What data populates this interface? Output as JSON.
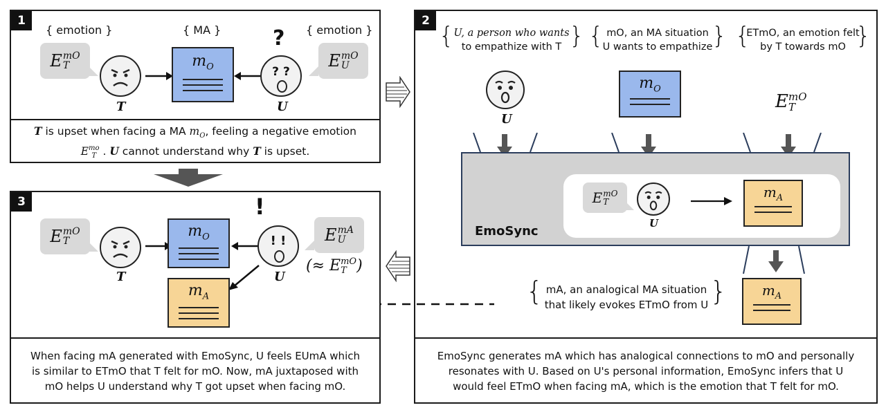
{
  "panel1": {
    "number": "1",
    "label_emotion_left": "emotion",
    "label_ma": "MA",
    "label_emotion_right": "emotion",
    "bubble_left_base": "E",
    "bubble_left_sub": "T",
    "bubble_left_sup": "mO",
    "bubble_right_base": "E",
    "bubble_right_sub": "U",
    "bubble_right_sup": "mO",
    "doc_title_base": "m",
    "doc_title_sub": "O",
    "face_t_label": "T",
    "face_u_label": "U",
    "face_u_eyes": "? ?",
    "question_mark": "?",
    "caption_line1_a": "T",
    "caption_line1_b": " is upset when facing a MA ",
    "caption_line1_c": "m",
    "caption_line1_c_sub": "O",
    "caption_line1_d": ", feeling a negative emotion",
    "caption_line2_a": "E",
    "caption_line2_a_sub": "T",
    "caption_line2_a_sup": "mo",
    "caption_line2_b": " . ",
    "caption_line2_c": "U",
    "caption_line2_d": " cannot understand why ",
    "caption_line2_e": "T",
    "caption_line2_f": " is upset."
  },
  "panel2": {
    "number": "2",
    "brace1_line1": "U, a person who wants",
    "brace1_line2": "to empathize with T",
    "brace2_line1": "mO, an MA situation",
    "brace2_line2": "U wants to empathize",
    "brace3_line1": "ETmO, an emotion felt",
    "brace3_line2": "by T towards mO",
    "face_u_label": "U",
    "doc_title_base": "m",
    "doc_title_sub": "O",
    "emotion_base": "E",
    "emotion_sub": "T",
    "emotion_sup": "mO",
    "emosync_label": "EmoSync",
    "inner_bubble_base": "E",
    "inner_bubble_sub": "T",
    "inner_bubble_sup": "mO",
    "inner_face_label": "U",
    "inner_doc_base": "m",
    "inner_doc_sub": "A",
    "out_doc_base": "m",
    "out_doc_sub": "A",
    "brace4_line1": "mA, an analogical MA situation",
    "brace4_line2": "that likely evokes ETmO from U",
    "caption_line1": "EmoSync generates mA which has analogical connections to mO and personally",
    "caption_line2": "resonates with U. Based on U's personal information, EmoSync infers that U",
    "caption_line3": "would feel ETmO when facing mA, which is the emotion that T felt for mO."
  },
  "panel3": {
    "number": "3",
    "bubble_left_base": "E",
    "bubble_left_sub": "T",
    "bubble_left_sup": "mO",
    "bubble_right_base": "E",
    "bubble_right_sub": "U",
    "bubble_right_sup": "mA",
    "approx_text": "(≈ E",
    "approx_sub": "T",
    "approx_sup": "mO",
    "approx_close": ")",
    "doc_top_base": "m",
    "doc_top_sub": "O",
    "doc_bottom_base": "m",
    "doc_bottom_sub": "A",
    "face_t_label": "T",
    "face_u_label": "U",
    "face_u_eyes": "! !",
    "exclaim_mark": "!",
    "caption_line1": "When facing mA generated with EmoSync, U feels EUmA which",
    "caption_line2": "is similar to ETmO that T felt for mO. Now, mA juxtaposed with",
    "caption_line3": "mO helps U understand why T got upset when facing mO."
  },
  "colors": {
    "doc_blue": "#9ab8ec",
    "doc_orange": "#f7d596",
    "bubble_gray": "#d9d9d9",
    "engine_gray": "#d2d2d2"
  }
}
